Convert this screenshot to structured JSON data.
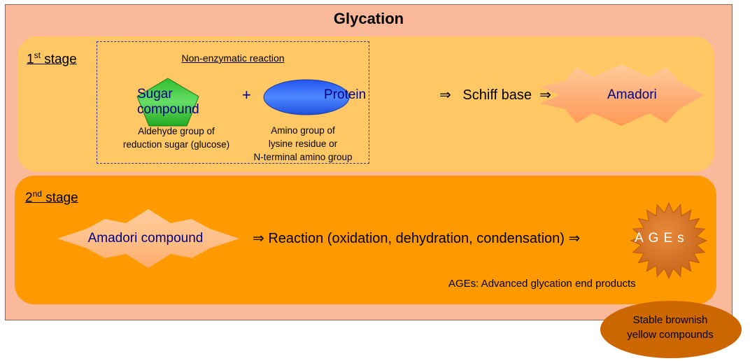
{
  "title": "Glycation",
  "stage1": {
    "label_num": "1",
    "label_sup": "st",
    "label_word": " stage",
    "box_title": "Non-enzymatic reaction",
    "sugar": "Sugar compound",
    "sugar_note_line1": "Aldehyde group of",
    "sugar_note_line2": "reduction sugar (glucose)",
    "plus": "+",
    "protein": "Protein",
    "protein_note_line1": "Amino group of",
    "protein_note_line2": "lysine residue or",
    "protein_note_line3": "N-terminal amino group",
    "schiff": "⇒   Schiff base  ⇒",
    "amadori": "Amadori"
  },
  "stage2": {
    "label_num": "2",
    "label_sup": "nd",
    "label_word": " stage",
    "amadori_compound": "Amadori compound",
    "reaction": "⇒ Reaction (oxidation, dehydration, condensation) ⇒",
    "ages": "AGEs",
    "ages_note": "AGEs: Advanced glycation end products"
  },
  "stable": {
    "line1": "Stable brownish",
    "line2": "yellow compounds"
  },
  "colors": {
    "outer": "#f9b99a",
    "stage1": "#ffc865",
    "stage2": "#ff9900",
    "sugar": "#33cc33",
    "protein": "#3366ff",
    "stable": "#cc6600",
    "label_text": "#000080"
  }
}
